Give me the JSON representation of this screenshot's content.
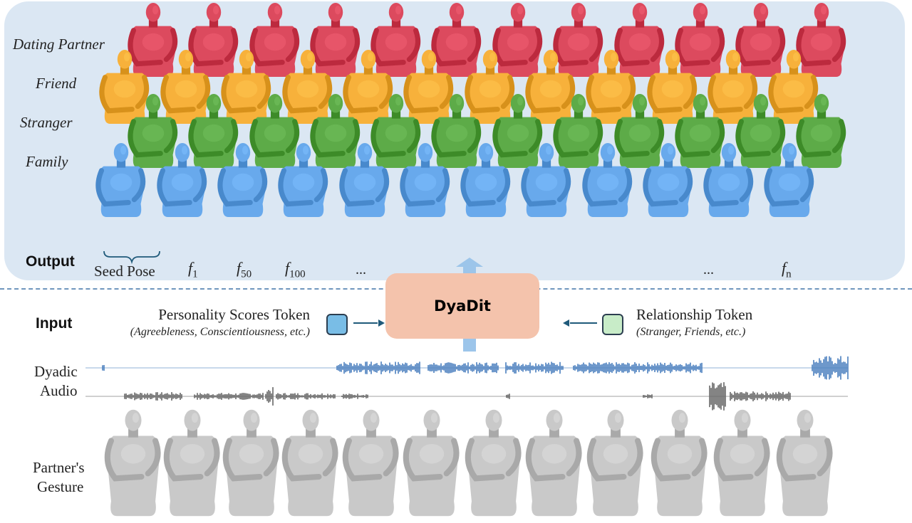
{
  "output_section": {
    "row_labels": [
      "Dating Partner",
      "Friend",
      "Stranger",
      "Family"
    ],
    "output_label": "Output",
    "seed_pose_label": "Seed Pose",
    "frames": [
      {
        "base": "f",
        "sub": "1"
      },
      {
        "base": "f",
        "sub": "50"
      },
      {
        "base": "f",
        "sub": "100"
      },
      {
        "text": "..."
      },
      {
        "text": "..."
      },
      {
        "base": "f",
        "sub": "n"
      }
    ],
    "row_colors": [
      "#dc4a5e",
      "#f7b13b",
      "#5dab48",
      "#68a9ec"
    ]
  },
  "model": {
    "name": "DyaDit",
    "box_color": "#f4c3ac"
  },
  "input_section": {
    "input_label": "Input",
    "personality_token": {
      "title": "Personality Scores Token",
      "subtitle": "(Agreebleness, Conscientiousness, etc.)",
      "color": "#79bde6"
    },
    "relationship_token": {
      "title": "Relationship Token",
      "subtitle": "(Stranger, Friends, etc.)",
      "color": "#c8ecc8"
    },
    "audio_label": [
      "Dyadic",
      "Audio"
    ],
    "audio_colors": [
      "#4a7fbe",
      "#666666"
    ],
    "gesture_label": [
      "Partner's",
      "Gesture"
    ],
    "gesture_color": "#c9c9c9"
  }
}
